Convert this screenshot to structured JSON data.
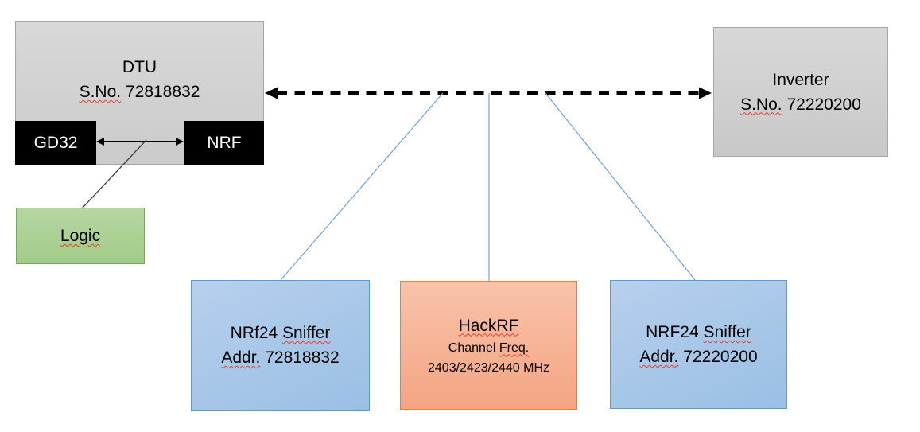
{
  "diagram": {
    "dtu": {
      "title": "DTU",
      "serial_label": "S.No.",
      "serial_number": "72818832"
    },
    "gd32_label": "GD32",
    "nrf_label": "NRF",
    "logic_label": "Logic",
    "inverter": {
      "title": "Inverter",
      "serial_label": "S.No.",
      "serial_number": "72220200"
    },
    "sniffer_left": {
      "model": "NRf24",
      "type_word": "Sniffer",
      "addr_label": "Addr.",
      "address": "72818832"
    },
    "hackrf": {
      "title": "HackRF",
      "channel_word": "Channel",
      "freq_word": "Freq.",
      "frequencies": "2403/2423/2440 MHz"
    },
    "sniffer_right": {
      "model": "NRF24",
      "type_word": "Sniffer",
      "addr_label": "Addr.",
      "address": "72220200"
    }
  },
  "colors": {
    "gray_fill": "#d2d2d2",
    "gray_border": "#a6a6a6",
    "chip_fill": "#000000",
    "chip_text": "#ffffff",
    "green_fill": "#a9d18e",
    "green_border": "#6fae4a",
    "blue_fill": "#a8c7e8",
    "blue_border": "#5b9bd5",
    "orange_fill": "#f7b695",
    "orange_border": "#ed7d31",
    "connector_blue": "#74a1d4",
    "link_arrow_black": "#000000",
    "squiggle_red": "#e53e30"
  }
}
